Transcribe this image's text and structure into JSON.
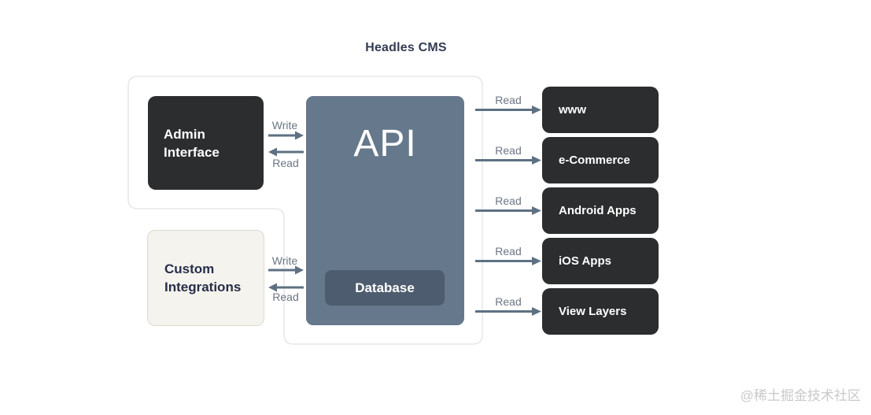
{
  "title": "Headles CMS",
  "watermark": "@稀土掘金技术社区",
  "nodes": {
    "admin_interface": "Admin Interface",
    "custom_integrations": "Custom Integrations",
    "api": "API",
    "database": "Database",
    "consumers": [
      "www",
      "e-Commerce",
      "Android Apps",
      "iOS Apps",
      "View Layers"
    ]
  },
  "edges": {
    "admin_api": {
      "write": "Write",
      "read": "Read"
    },
    "custom_api": {
      "write": "Write",
      "read": "Read"
    },
    "consumer_reads": [
      "Read",
      "Read",
      "Read",
      "Read",
      "Read"
    ]
  },
  "colors": {
    "dark_node": "#2b2d2f",
    "api_node": "#66788b",
    "database_node": "#4d5c6e",
    "light_node": "#f5f3ee",
    "light_node_border": "#dbd8cf",
    "arrow": "#5d7183",
    "edge_label_text": "#6b7584",
    "title_text": "#333c55",
    "container_border": "#e7e7e7",
    "watermark_text": "#c9c9c9"
  }
}
